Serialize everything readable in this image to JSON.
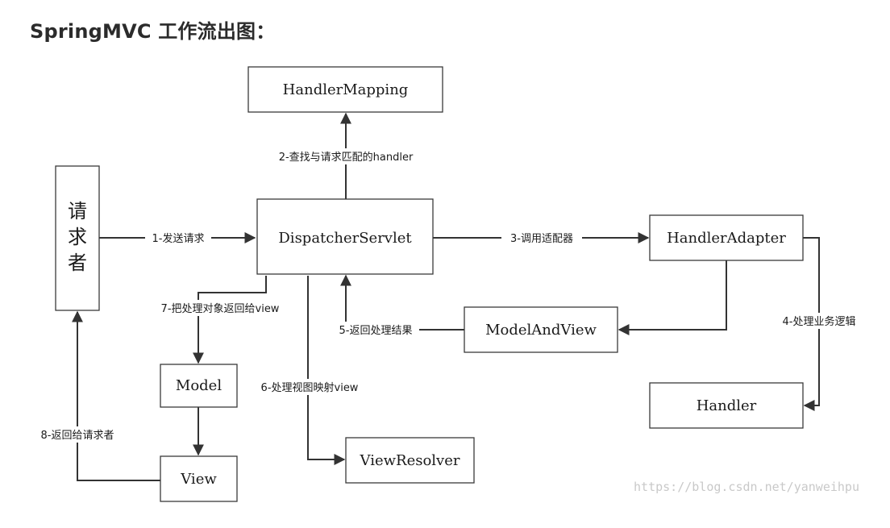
{
  "title": "SpringMVC 工作流出图：",
  "nodes": {
    "requester": [
      "请",
      "求",
      "者"
    ],
    "handler_mapping": "HandlerMapping",
    "dispatcher_servlet": "DispatcherServlet",
    "handler_adapter": "HandlerAdapter",
    "model_and_view": "ModelAndView",
    "handler": "Handler",
    "model": "Model",
    "view": "View",
    "view_resolver": "ViewResolver"
  },
  "edges": {
    "step1": "1-发送请求",
    "step2": "2-查找与请求匹配的handler",
    "step3": "3-调用适配器",
    "step4": "4-处理业务逻辑",
    "step5": "5-返回处理结果",
    "step6": "6-处理视图映射view",
    "step7": "7-把处理对象返回给view",
    "step8": "8-返回给请求者"
  },
  "watermark": "https://blog.csdn.net/yanweihpu",
  "colors": {
    "line": "#333333",
    "box_border": "#3a3a3a",
    "watermark": "#c9c9c9"
  }
}
